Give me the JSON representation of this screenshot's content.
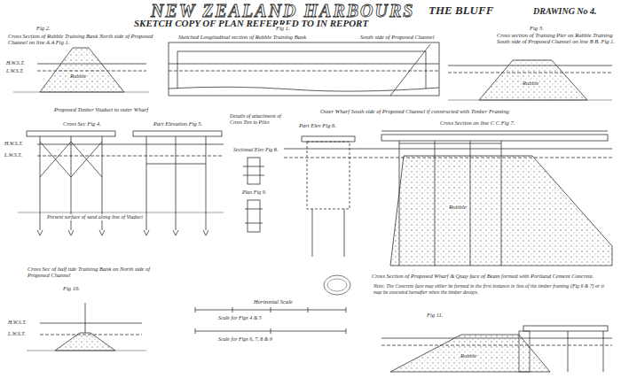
{
  "diagram": {
    "title": "NEW ZEALAND HARBOURS",
    "labels": [
      "THE BLUFF",
      "DRAWING No 4.",
      "SKETCH COPY OF PLAN REFERRED TO IN REPORT",
      "Fig 2.",
      "Cross Section of Rubble Training Bank North side of Proposed Channel on line A A Fig 1.",
      "Fig 1.",
      "Sketched Longitudinal section of Rubble Training Bank",
      "South side of Proposed Channel",
      "Fig 3.",
      "Cross section of Training Pier on Rubble Training South side of Proposed Channel on line B B. Fig 1.",
      "H.W.S.T.",
      "L.W.S.T.",
      "Rubble",
      "Rubble",
      "H.W.S.T.",
      "L.W.S.T.",
      "Proposed Timber Viaduct to outer Wharf",
      "Cross Sec Fig 4.",
      "Part Elevation Fig 5.",
      "Present surface of sand along line of Viaduct",
      "Details of attachment of Cross Ties to Piles",
      "Sectional Elev Fig 8.",
      "Plan Fig 9.",
      "Outer Wharf South side of Proposed Channel if constructed with Timber Framing",
      "Part Elev Fig 6.",
      "Cross Section on line C C Fig 7.",
      "Rubble",
      "Cross Sec of half tide Training Bank on North side of Proposed Channel",
      "Fig 10.",
      "Horizontal Scale",
      "Scale for Figs 4 & 5",
      "Scale for Figs 6, 7, 8 & 9",
      "Cross Section of Proposed Wharf & Quay face of Beam formed with Portland Cement Concrete.",
      "Note: The Concrete face may either be formed in the first instance in lieu of the timber framing (Fig 6 & 7) or it may be executed hereafter when the timber decays.",
      "Fig 11.",
      "Rubble",
      "H.W.S.T.",
      "L.W.S.T."
    ]
  }
}
